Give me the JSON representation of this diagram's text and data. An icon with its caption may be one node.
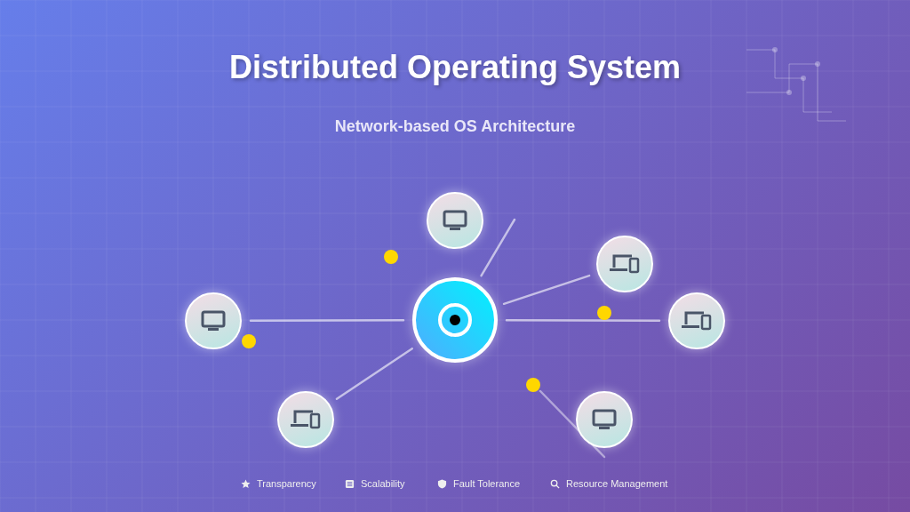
{
  "diagram": {
    "title": "Distributed Operating System",
    "nodes": [
      {
        "text": [],
        "shape": "circle"
      },
      {
        "text": [],
        "shape": "circle"
      },
      {
        "text": [],
        "shape": "circle"
      },
      {
        "text": [],
        "shape": "circle"
      },
      {
        "text": [],
        "shape": "circle"
      },
      {
        "text": [],
        "shape": "circle"
      },
      {
        "text": [],
        "shape": "circle"
      }
    ],
    "edges": [
      {
        "from": 0,
        "to": 3,
        "arrow": "none"
      },
      {
        "from": 0,
        "to": 4,
        "arrow": "none"
      },
      {
        "from": 0,
        "to": 2,
        "arrow": "none"
      },
      {
        "from": 0,
        "to": 5,
        "arrow": "none"
      },
      {
        "from": 0,
        "to": null,
        "arrow": "none"
      }
    ],
    "labels": [
      "Network-based OS Architecture",
      "Transparency",
      "Scalability",
      "Fault Tolerance",
      "Resource Management"
    ]
  }
}
